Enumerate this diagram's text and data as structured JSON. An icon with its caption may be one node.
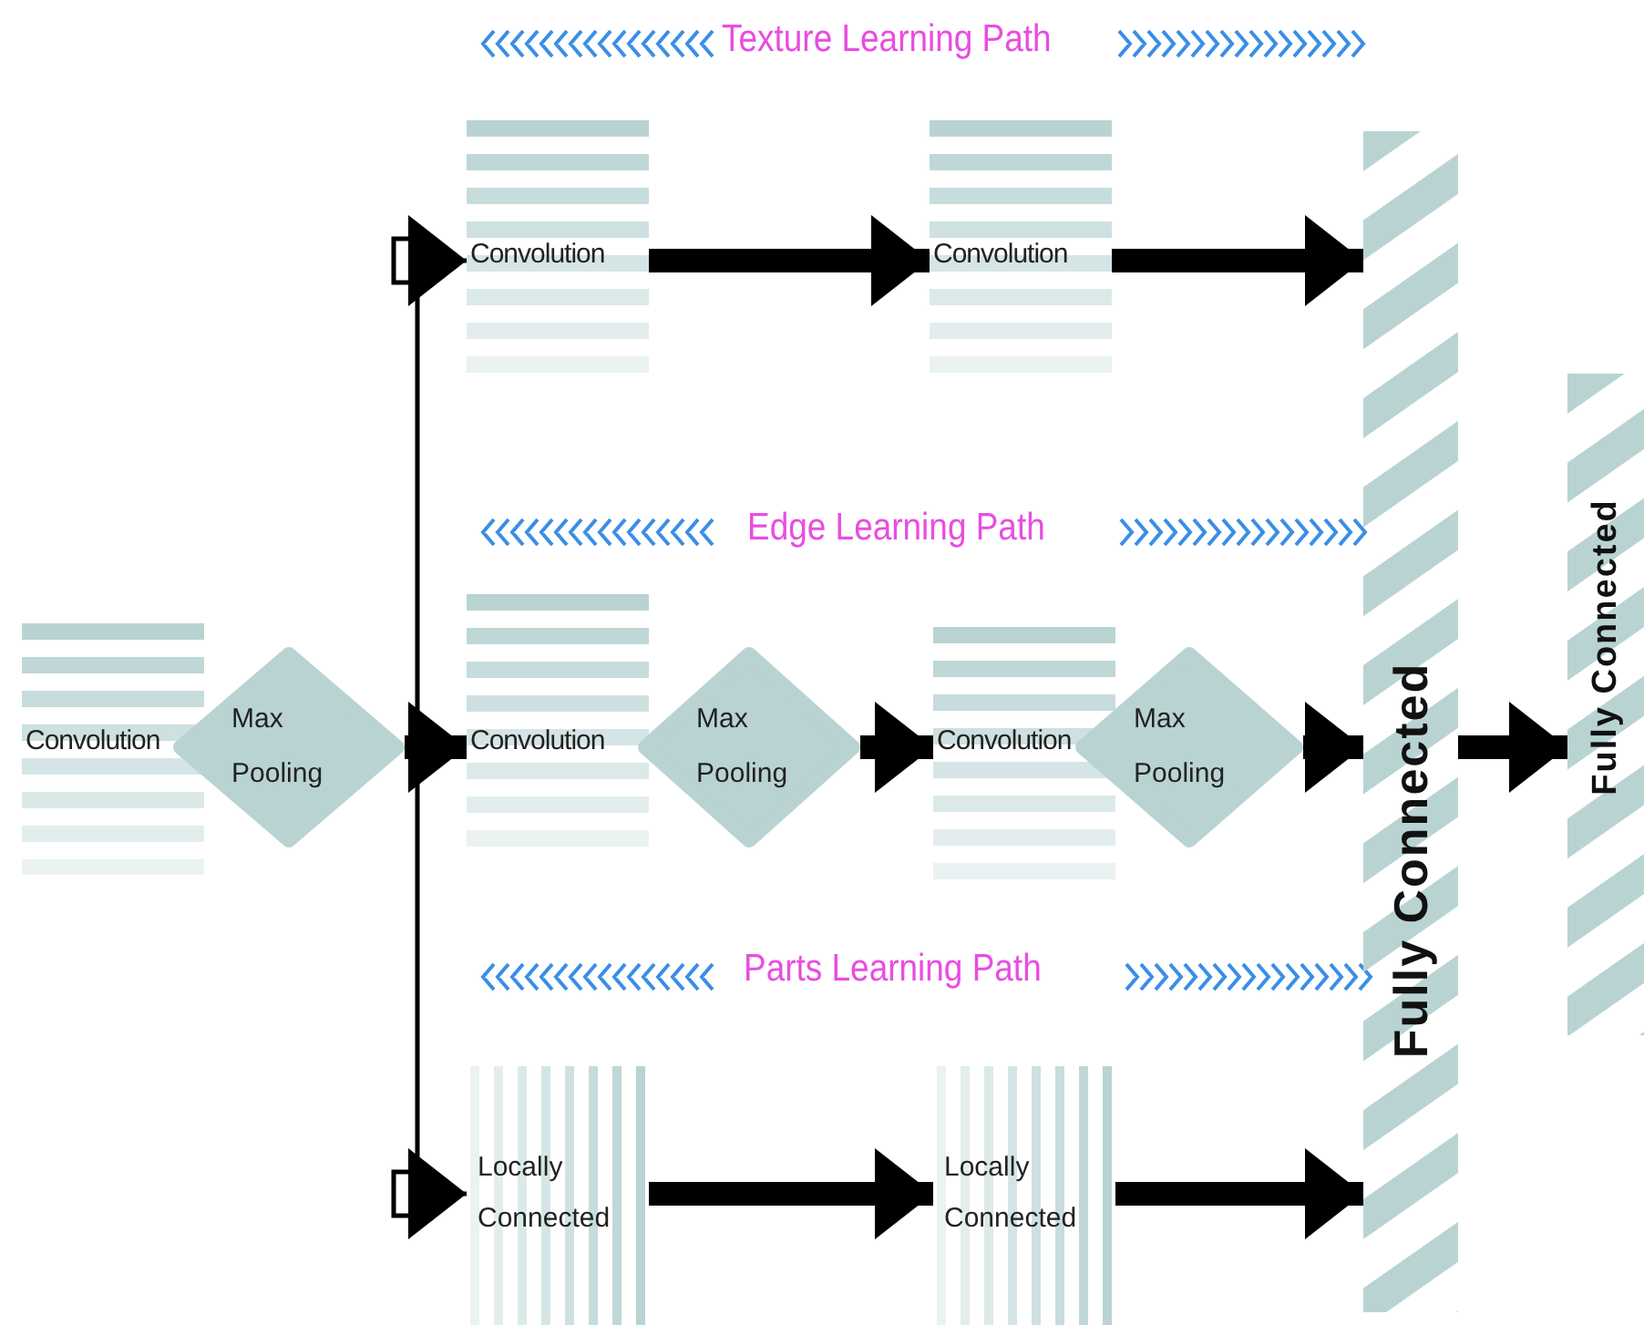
{
  "diagram": {
    "nodes": [
      {
        "text": [
          "Convolution"
        ]
      },
      {
        "text": [
          "Max Pooling"
        ]
      },
      {
        "text": [
          "Convolution"
        ]
      },
      {
        "text": [
          "Convolution"
        ]
      },
      {
        "text": [
          "Convolution"
        ]
      },
      {
        "text": [
          "Max Pooling"
        ]
      },
      {
        "text": [
          "Convolution"
        ]
      },
      {
        "text": [
          "Max Pooling"
        ]
      },
      {
        "text": [
          "Locally Connected"
        ]
      },
      {
        "text": [
          "Locally Connected"
        ]
      },
      {
        "text": [
          "Fully Connected"
        ]
      },
      {
        "text": [
          "Fully Connected"
        ]
      }
    ],
    "edges": [
      {
        "from": 1,
        "to": 2,
        "arrow": "to"
      },
      {
        "from": 1,
        "to": 4,
        "arrow": "to"
      },
      {
        "from": 1,
        "to": 8,
        "arrow": "to"
      },
      {
        "from": 2,
        "to": 3,
        "arrow": "to"
      },
      {
        "from": 3,
        "to": 10,
        "arrow": "to"
      },
      {
        "from": 5,
        "to": 6,
        "arrow": "to"
      },
      {
        "from": 7,
        "to": 10,
        "arrow": "to"
      },
      {
        "from": 8,
        "to": 9,
        "arrow": "to"
      },
      {
        "from": 9,
        "to": 10,
        "arrow": "to"
      },
      {
        "from": 10,
        "to": 11,
        "arrow": "to"
      }
    ],
    "labels": [
      "Texture Learning Path",
      "Edge Learning Path",
      "Parts Learning Path"
    ]
  }
}
